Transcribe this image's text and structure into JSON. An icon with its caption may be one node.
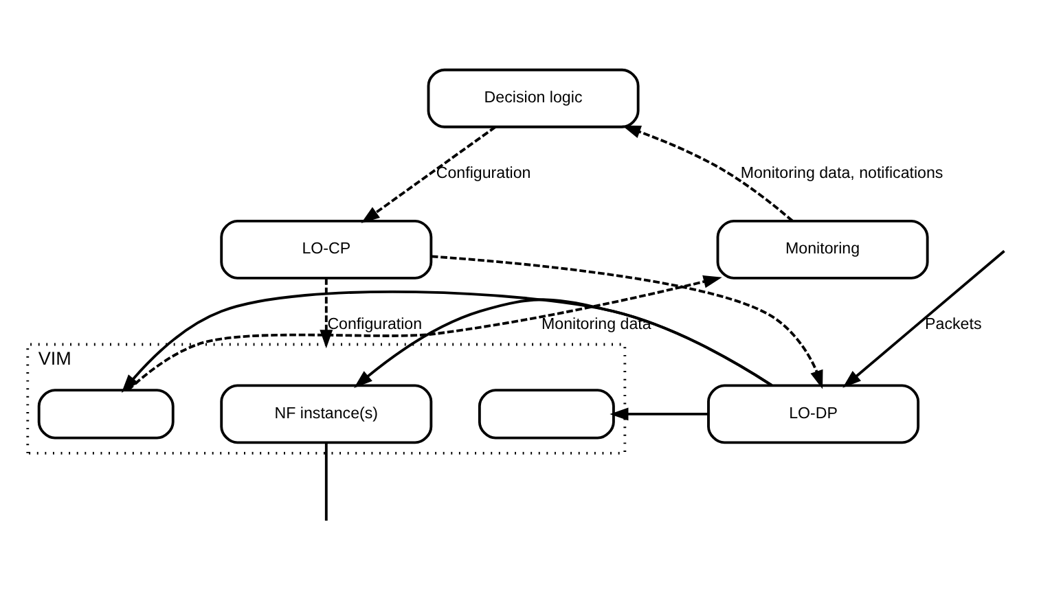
{
  "diagram": {
    "nodes": [
      {
        "text": [
          "Decision logic"
        ]
      },
      {
        "text": [
          "LO-CP"
        ]
      },
      {
        "text": [
          "Monitoring"
        ]
      },
      {
        "text": [
          "VIM"
        ]
      },
      {
        "text": [],
        "shape": "box",
        "in": 3
      },
      {
        "text": [],
        "shape": "box",
        "in": 3
      },
      {
        "text": [
          "NF instance(s)"
        ],
        "in": 3
      },
      {
        "text": [
          "LO-DP"
        ]
      }
    ],
    "edges": [
      {
        "from": 0,
        "to": 1,
        "arrow": "to",
        "style": "dashed",
        "label": "Configuration"
      },
      {
        "from": 2,
        "to": 0,
        "arrow": "to",
        "style": "dashed",
        "label": "Monitoring data, notifications"
      },
      {
        "from": 1,
        "to": 7,
        "arrow": "to",
        "style": "dashed"
      },
      {
        "from": 1,
        "to": 3,
        "arrow": "to",
        "style": "dashed",
        "label": "Configuration"
      },
      {
        "from": 4,
        "to": 2,
        "arrow": "to",
        "style": "dashed",
        "label": "Monitoring data"
      },
      {
        "from": null,
        "to": 7,
        "arrow": "to",
        "label": "Packets"
      },
      {
        "from": 7,
        "to": 4,
        "arrow": "to"
      },
      {
        "from": 7,
        "to": 5,
        "arrow": "to"
      },
      {
        "from": 7,
        "to": 6,
        "arrow": "to"
      },
      {
        "from": 6,
        "to": null,
        "arrow": "none"
      }
    ]
  }
}
